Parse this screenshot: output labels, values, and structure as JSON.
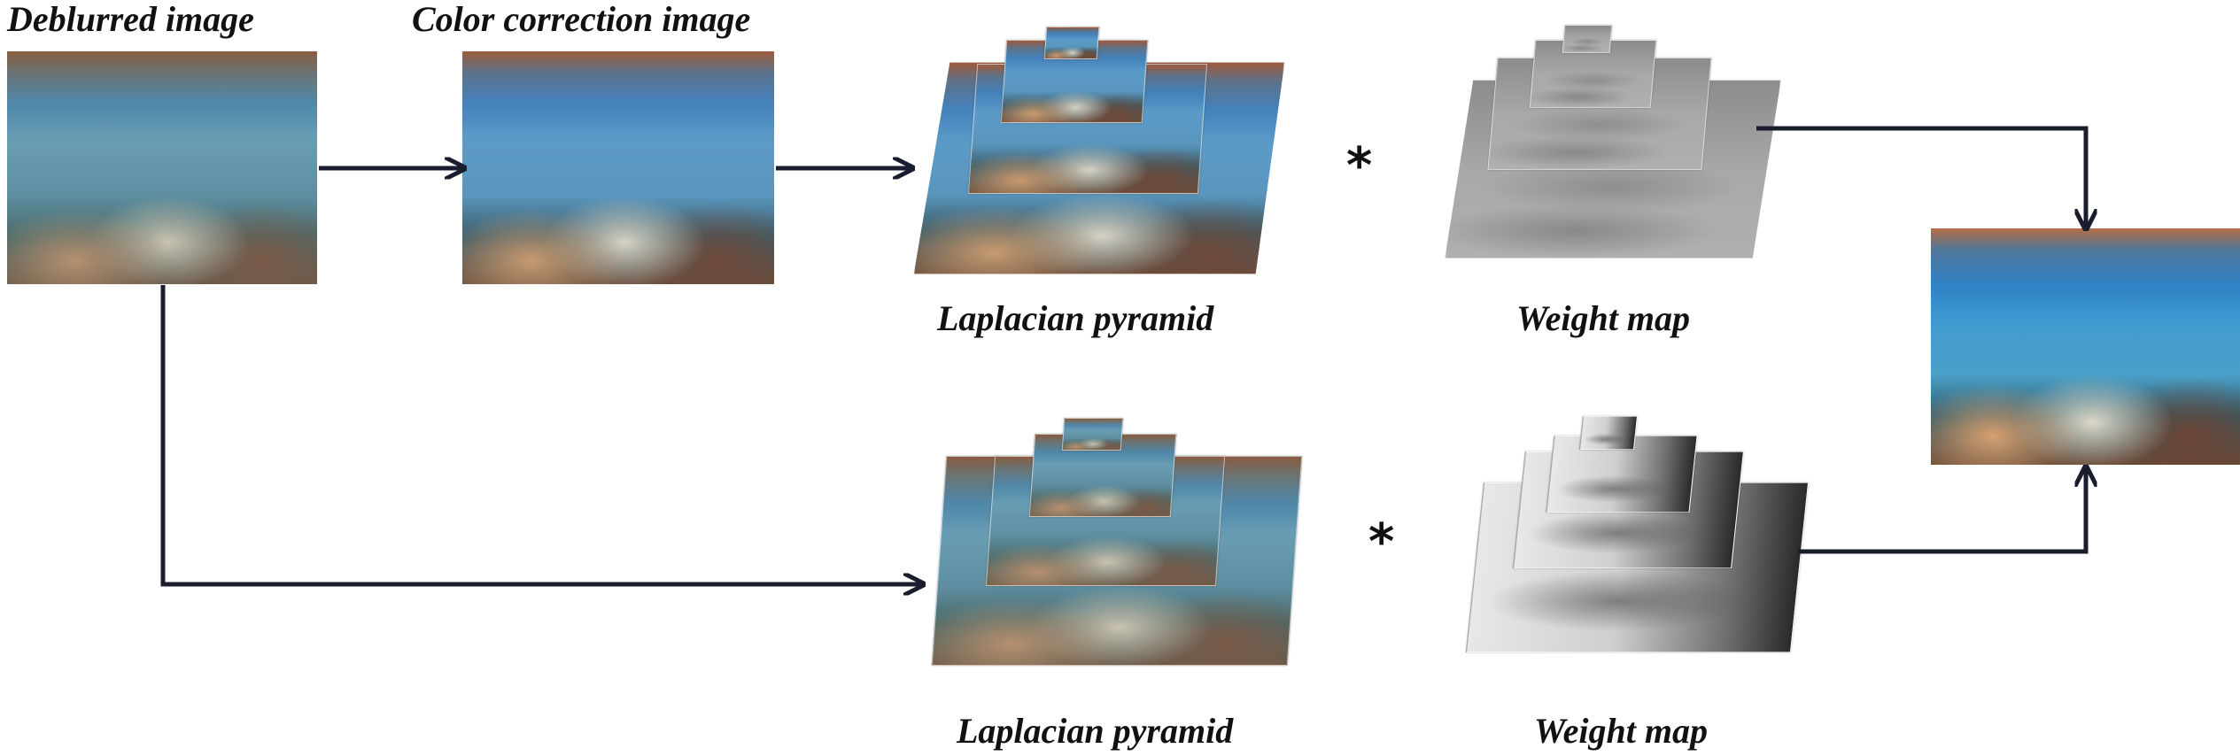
{
  "labels": {
    "deblurred": "Deblurred  image",
    "color_correction": "Color correction image",
    "laplacian_top": "Laplacian pyramid",
    "weight_top": "Weight map",
    "laplacian_bottom": "Laplacian pyramid",
    "weight_bottom": "Weight map"
  },
  "operators": {
    "multiply_top": "*",
    "multiply_bottom": "*"
  },
  "colors": {
    "arrow": "#1a1d2e",
    "text": "#111111"
  }
}
